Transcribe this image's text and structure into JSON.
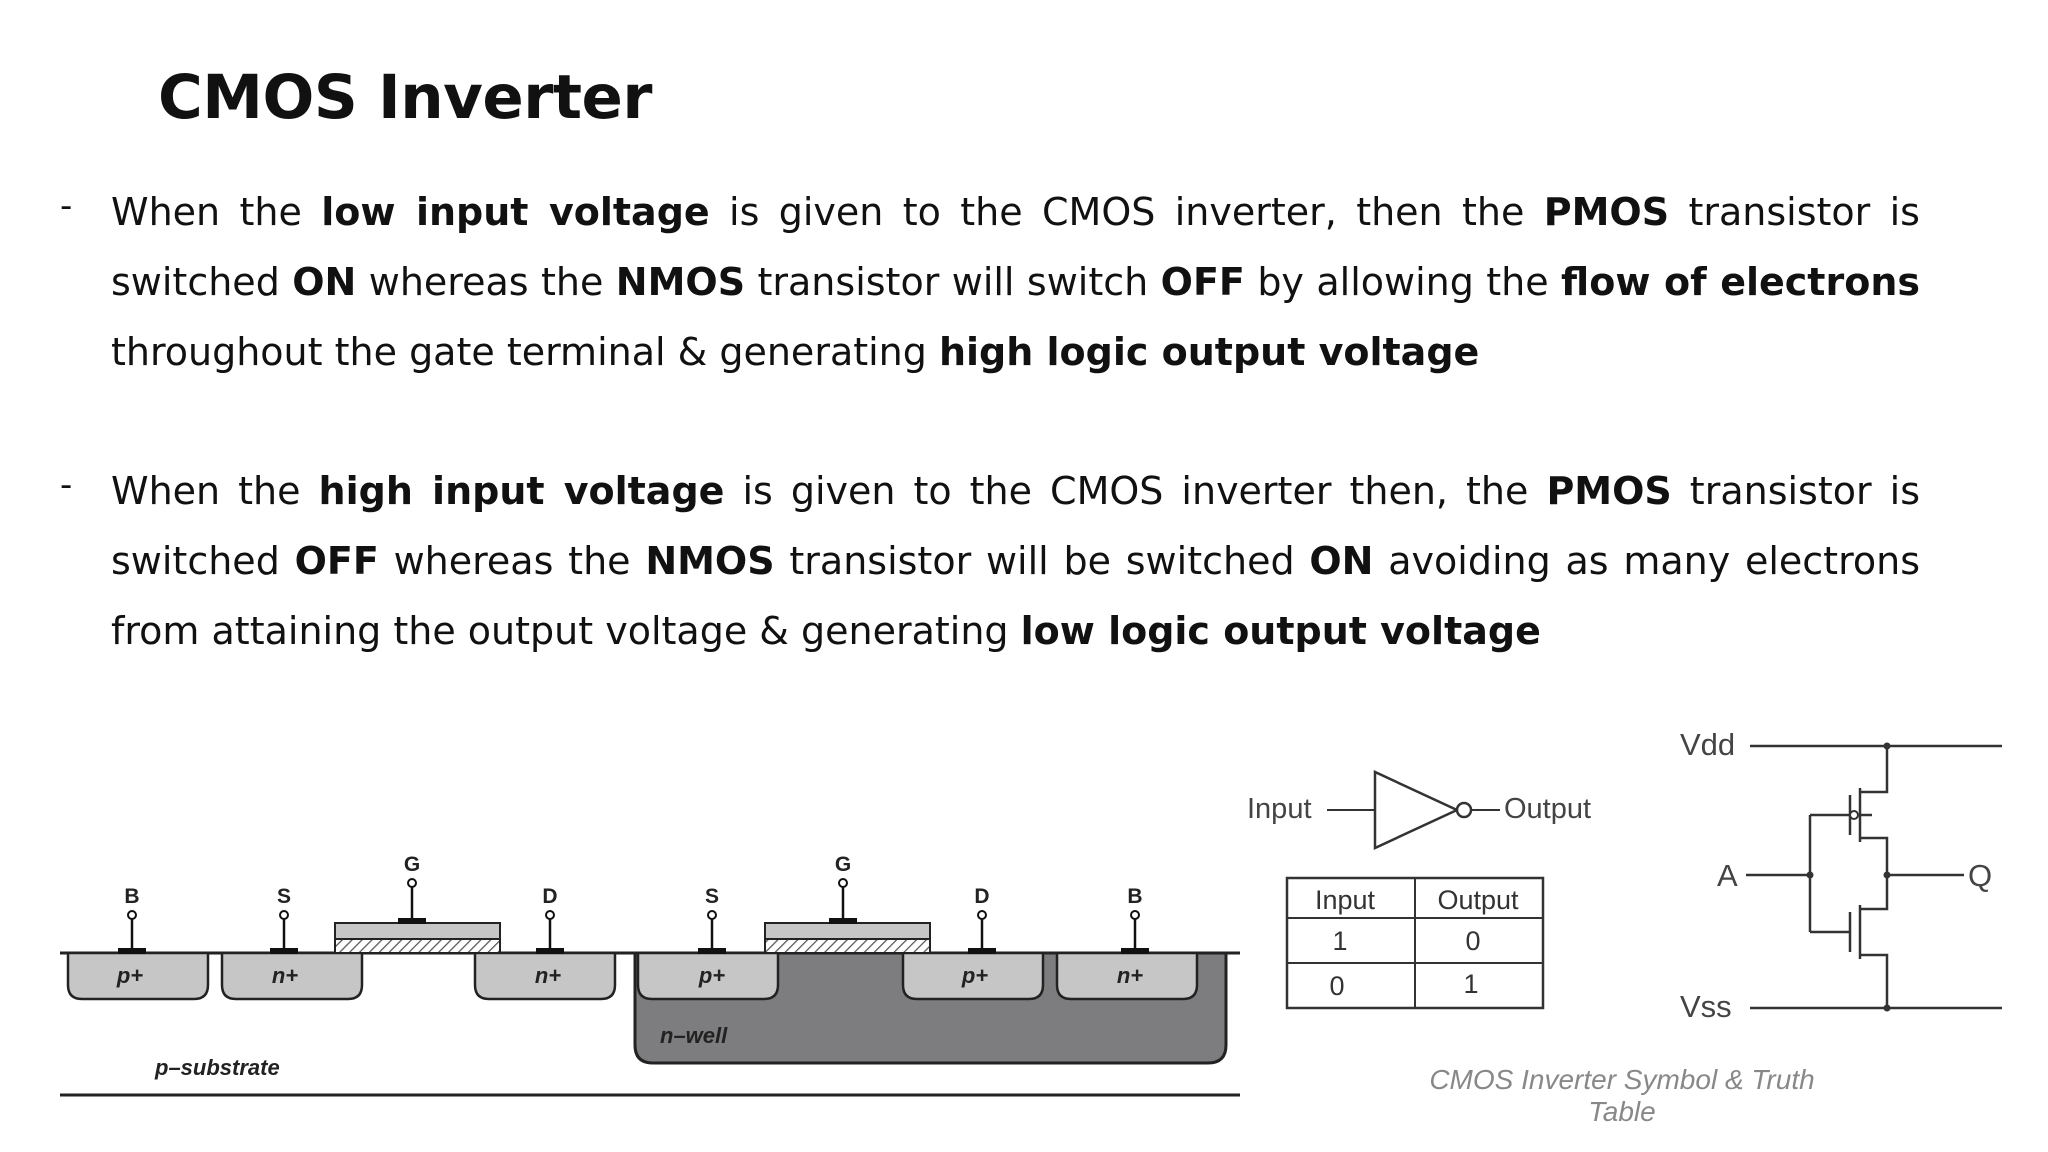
{
  "slide": {
    "title": "CMOS Inverter"
  },
  "bullets": [
    {
      "dash": "-",
      "segments": [
        {
          "t": "When the ",
          "b": false
        },
        {
          "t": "low input voltage",
          "b": true
        },
        {
          "t": " is given to the CMOS inverter, then the ",
          "b": false
        },
        {
          "t": "PMOS",
          "b": true
        },
        {
          "t": " transistor is switched ",
          "b": false
        },
        {
          "t": "ON",
          "b": true
        },
        {
          "t": " whereas the ",
          "b": false
        },
        {
          "t": "NMOS",
          "b": true
        },
        {
          "t": " transistor will switch ",
          "b": false
        },
        {
          "t": "OFF",
          "b": true
        },
        {
          "t": " by allowing the ",
          "b": false
        },
        {
          "t": "flow of electrons",
          "b": true
        },
        {
          "t": " throughout the gate terminal & generating ",
          "b": false
        },
        {
          "t": "high logic output voltage",
          "b": true
        }
      ]
    },
    {
      "dash": "-",
      "segments": [
        {
          "t": "When the ",
          "b": false
        },
        {
          "t": "high input voltage",
          "b": true
        },
        {
          "t": " is given to the CMOS inverter then, the ",
          "b": false
        },
        {
          "t": "PMOS",
          "b": true
        },
        {
          "t": " transistor is switched ",
          "b": false
        },
        {
          "t": "OFF",
          "b": true
        },
        {
          "t": " whereas the ",
          "b": false
        },
        {
          "t": "NMOS",
          "b": true
        },
        {
          "t": " transistor will be switched ",
          "b": false
        },
        {
          "t": "ON",
          "b": true
        },
        {
          "t": " avoiding as many electrons from attaining the output voltage & generating ",
          "b": false
        },
        {
          "t": "low logic output voltage",
          "b": true
        }
      ]
    }
  ],
  "cross_section": {
    "terminals": [
      "B",
      "S",
      "G",
      "D",
      "S",
      "G",
      "D",
      "B"
    ],
    "regions": [
      "p+",
      "n+",
      "n+",
      "p+",
      "p+",
      "n+"
    ],
    "well_label": "n–well",
    "substrate_label": "p–substrate"
  },
  "symbol": {
    "input_label": "Input",
    "output_label": "Output"
  },
  "truth_table": {
    "headers": [
      "Input",
      "Output"
    ],
    "rows": [
      [
        "1",
        "0"
      ],
      [
        "0",
        "1"
      ]
    ]
  },
  "schematic": {
    "vdd": "Vdd",
    "vss": "Vss",
    "in": "A",
    "out": "Q"
  },
  "caption": "CMOS Inverter Symbol & Truth Table"
}
